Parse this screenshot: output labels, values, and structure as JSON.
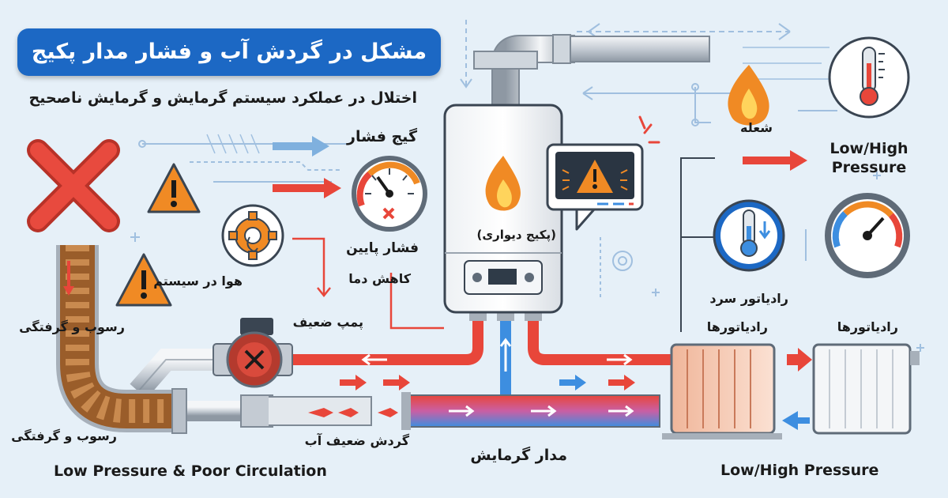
{
  "title": "مشکل در گردش آب و فشار مدار پکیج",
  "subtitle": "اختلال در عملکرد سیستم گرمایش و گرمایش ناصحیح",
  "labels": {
    "pressure_gauge": "گیج فشار",
    "low_pressure": "فشار پایین",
    "temp_drop": "کاهش دما",
    "air_in_system": "هوا در سیستم",
    "weak_pump": "پمپ ضعیف",
    "sediment_top": "رسوب و گرفتگی",
    "sediment_bottom": "رسوب و گرفتگی",
    "weak_circulation": "گردش ضعیف آب",
    "heating_circuit": "مدار گرمایش",
    "boiler": "(پکیج دیواری)",
    "flame": "شعله",
    "cold_radiator": "رادیاتور سرد",
    "radiators_1": "رادیاتورها",
    "radiators_2": "رادیاتورها",
    "low_high_pressure_top": "Low/High Pressure",
    "low_high_pressure_bottom": "Low/High Pressure",
    "low_pressure_poor_circulation": "Low Pressure & Poor Circulation"
  },
  "icons": {
    "cross": "red-x-icon",
    "warning": "warning-triangle-icon",
    "gear": "gear-icon",
    "flame": "flame-icon",
    "thermometer": "thermometer-icon",
    "gauge": "pressure-gauge-icon"
  },
  "colors": {
    "hot": "#e8463a",
    "cold": "#3d8ee0",
    "banner": "#1c68c4",
    "background": "#e6f0f8",
    "warning": "#f08a24",
    "rust": "#a8672e"
  }
}
